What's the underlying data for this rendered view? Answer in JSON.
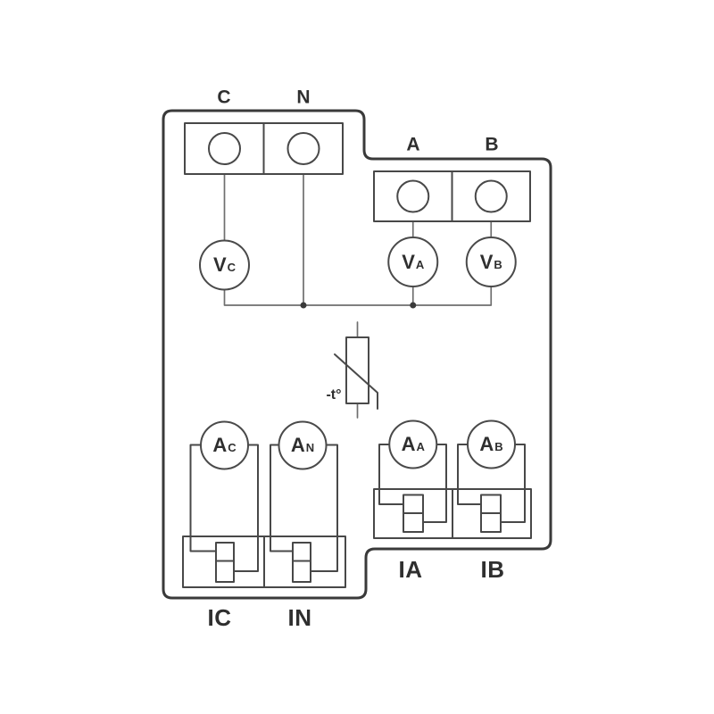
{
  "colors": {
    "background": "#ffffff",
    "outline": "#3a3a3a",
    "component_stroke": "#484848",
    "wire": "#6f6f6f",
    "text": "#2f2f2f"
  },
  "top_terminals": {
    "c": "C",
    "n": "N",
    "a": "A",
    "b": "B"
  },
  "voltage_meters": {
    "vc": {
      "main": "V",
      "sub": "C"
    },
    "va": {
      "main": "V",
      "sub": "A"
    },
    "vb": {
      "main": "V",
      "sub": "B"
    }
  },
  "current_meters": {
    "ac": {
      "main": "A",
      "sub": "C"
    },
    "an": {
      "main": "A",
      "sub": "N"
    },
    "aa": {
      "main": "A",
      "sub": "A"
    },
    "ab": {
      "main": "A",
      "sub": "B"
    }
  },
  "current_terminals": {
    "ic": "IC",
    "in": "IN",
    "ia": "IA",
    "ib": "IB"
  },
  "thermistor": {
    "label": "-t°"
  }
}
